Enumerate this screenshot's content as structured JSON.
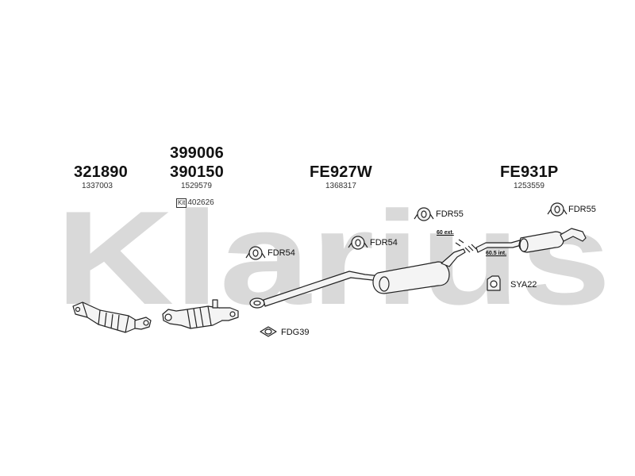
{
  "brand": {
    "watermark_text": "Klarius"
  },
  "parts": [
    {
      "part_no": "321890",
      "oem": "1337003"
    },
    {
      "part_no_top": "399006",
      "part_no": "390150",
      "oem": "1529579",
      "kit_badge": "Kit",
      "kit": "402626"
    },
    {
      "part_no": "FE927W",
      "oem": "1368317"
    },
    {
      "part_no": "FE931P",
      "oem": "1253559"
    }
  ],
  "mounts": {
    "fdr55_left": "FDR55",
    "fdr55_right": "FDR55",
    "fdr54_left": "FDR54",
    "fdr54_mid": "FDR54",
    "sya22": "SYA22",
    "fdg39": "FDG39"
  },
  "dimensions": {
    "ext": "60 ext.",
    "int": "60.5 int."
  },
  "colors": {
    "watermark": "#d9d9d9",
    "line": "#222222"
  }
}
